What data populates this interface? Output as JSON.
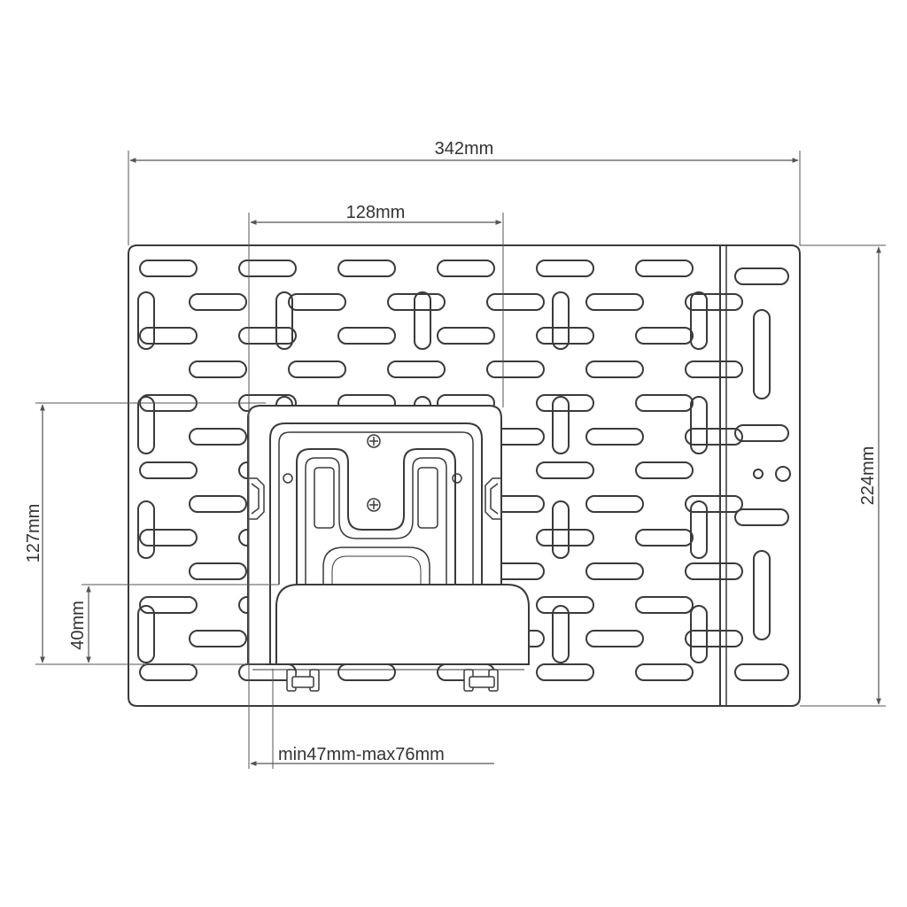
{
  "dimensions": {
    "overall_width": "342mm",
    "inner_width": "128mm",
    "overall_height": "224mm",
    "holder_height": "127mm",
    "shelf_depth": "40mm",
    "gap_range": "min47mm-max76mm"
  },
  "colors": {
    "line": "#3a3a3a",
    "dim_line": "#555555",
    "background": "#ffffff"
  }
}
